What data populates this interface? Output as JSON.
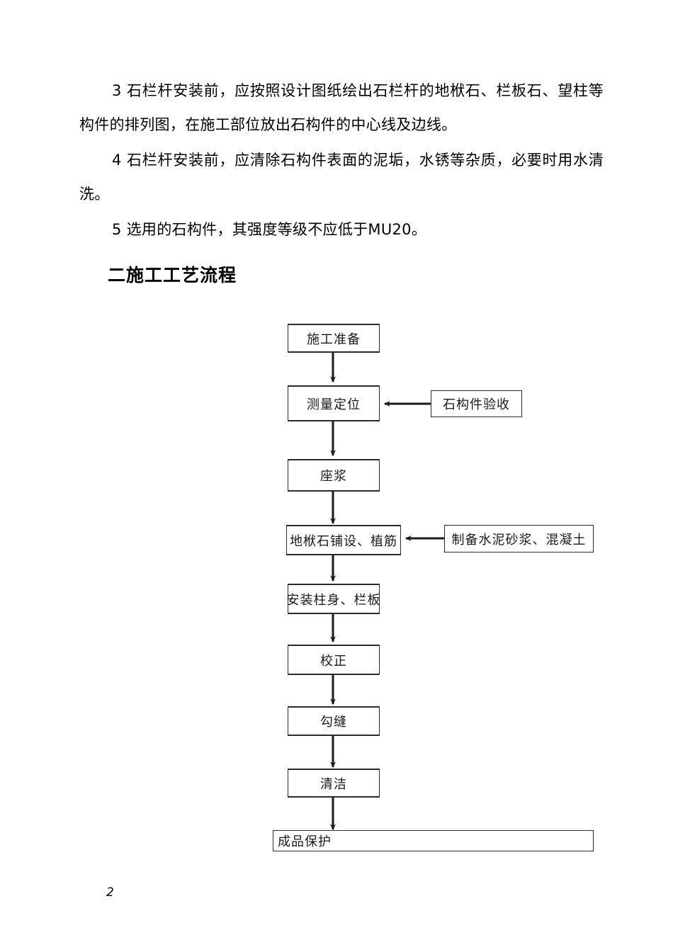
{
  "document": {
    "page_number": "2",
    "paragraphs": [
      "3 石栏杆安装前，应按照设计图纸绘出石栏杆的地栿石、栏板石、望柱等构件的排列图，在施工部位放出石构件的中心线及边线。",
      "4 石栏杆安装前，应清除石构件表面的泥垢，水锈等杂质，必要时用水清洗。",
      "5 选用的石构件，其强度等级不应低于MU20。"
    ],
    "heading": "二施工工艺流程"
  },
  "flowchart": {
    "title": "二施工工艺流程",
    "main_nodes": [
      {
        "id": "n1",
        "label": "施工准备"
      },
      {
        "id": "n2",
        "label": "测量定位"
      },
      {
        "id": "n3",
        "label": "座浆"
      },
      {
        "id": "n4",
        "label": "地栿石铺设、植筋"
      },
      {
        "id": "n5",
        "label": "安装柱身、栏板"
      },
      {
        "id": "n6",
        "label": "校正"
      },
      {
        "id": "n7",
        "label": "勾缝"
      },
      {
        "id": "n8",
        "label": "清洁"
      },
      {
        "id": "n9",
        "label": "成品保护"
      }
    ],
    "side_nodes": [
      {
        "id": "s1",
        "label": "石构件验收",
        "feeds": "n2"
      },
      {
        "id": "s2",
        "label": "制备水泥砂浆、混凝土",
        "feeds": "n4"
      }
    ],
    "line_color": "#1a1a1a"
  }
}
